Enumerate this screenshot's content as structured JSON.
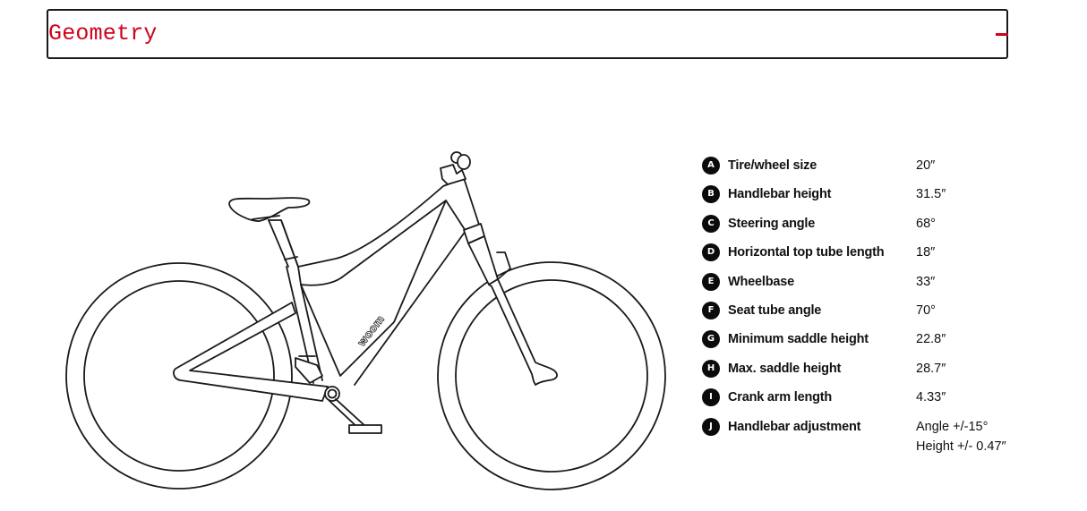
{
  "accordion": {
    "title": "Geometry",
    "toggle_icon": "minus-icon",
    "expanded": true,
    "accent_color": "#d0021b"
  },
  "illustration": {
    "type": "bicycle-line-drawing",
    "brand_mark": "woom"
  },
  "specs": [
    {
      "badge": "A",
      "label": "Tire/wheel size",
      "value": "20″"
    },
    {
      "badge": "B",
      "label": "Handlebar height",
      "value": "31.5″"
    },
    {
      "badge": "C",
      "label": "Steering angle",
      "value": "68°"
    },
    {
      "badge": "D",
      "label": "Horizontal top tube length",
      "value": "18″"
    },
    {
      "badge": "E",
      "label": "Wheelbase",
      "value": "33″"
    },
    {
      "badge": "F",
      "label": "Seat tube angle",
      "value": "70°"
    },
    {
      "badge": "G",
      "label": "Minimum saddle height",
      "value": "22.8″"
    },
    {
      "badge": "H",
      "label": "Max. saddle height",
      "value": "28.7″"
    },
    {
      "badge": "I",
      "label": "Crank arm length",
      "value": "4.33″"
    },
    {
      "badge": "J",
      "label": "Handlebar adjustment",
      "value": "Angle +/-15°",
      "value_line2": "Height +/- 0.47″"
    }
  ]
}
